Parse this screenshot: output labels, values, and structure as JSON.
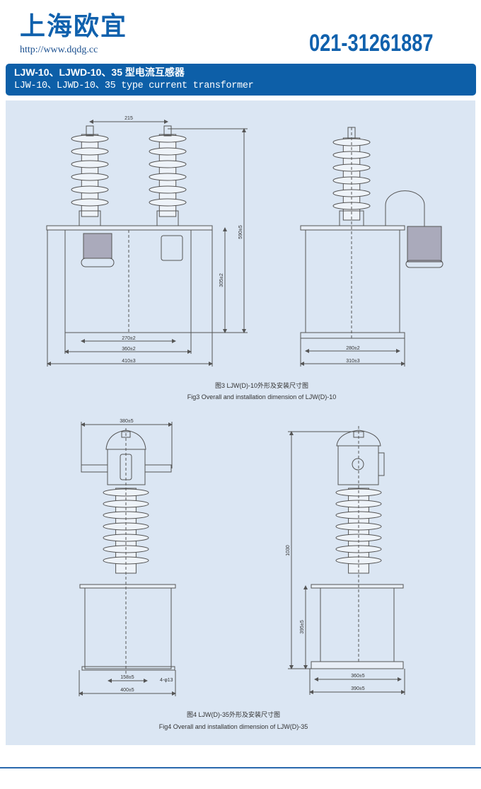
{
  "header": {
    "company": "上海欧宜",
    "url": "http://www.dqdg.cc",
    "phone": "021-31261887"
  },
  "banner": {
    "title_cn": "LJW-10、LJWD-10、35 型电流互感器",
    "title_en": "LJW-10、LJWD-10、35  type current transformer"
  },
  "fig3": {
    "caption_cn": "图3 LJW(D)-10外形及安装尺寸图",
    "caption_en": "Fig3 Overall and installation dimension of LJW(D)-10",
    "dims": {
      "spacing": "215",
      "height_total": "590±5",
      "height_box": "305±2",
      "width_mount": "270±2",
      "width_box": "360±2",
      "width_total": "410±3",
      "side_box": "280±2",
      "side_total": "310±3"
    }
  },
  "fig4": {
    "caption_cn": "图4 LJW(D)-35外形及安装尺寸图",
    "caption_en": "Fig4 Overall and installation dimension of LJW(D)-35",
    "dims": {
      "terminal_span": "380±5",
      "mount_spacing": "158±5",
      "holes": "4-φ13",
      "width_total": "400±5",
      "height_total": "1030",
      "height_box": "395±5",
      "side_box": "360±5",
      "side_total": "390±5"
    }
  },
  "colors": {
    "brand": "#1061ad",
    "panel": "#dbe6f3",
    "line": "#555"
  }
}
